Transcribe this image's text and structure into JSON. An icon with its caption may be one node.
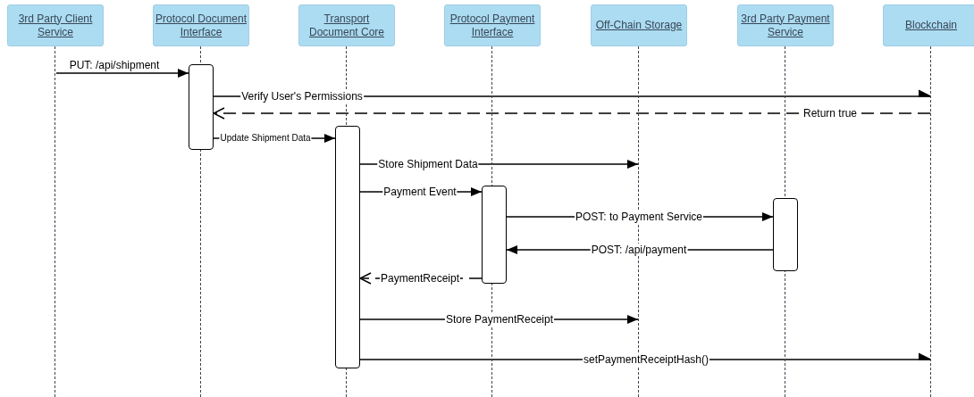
{
  "diagram": {
    "nodes": [
      {
        "text": [
          "3rd Party Client Service"
        ]
      },
      {
        "text": [
          "Protocol Document Interface"
        ]
      },
      {
        "text": [
          "Transport Document Core"
        ]
      },
      {
        "text": [
          "Protocol Payment Interface"
        ]
      },
      {
        "text": [
          "Off-Chain Storage"
        ]
      },
      {
        "text": [
          "3rd Party Payment Service"
        ]
      },
      {
        "text": [
          "Blockchain"
        ]
      },
      {
        "text": [],
        "shape": "line"
      },
      {
        "text": [],
        "shape": "line"
      },
      {
        "text": [],
        "shape": "line"
      },
      {
        "text": [],
        "shape": "line"
      },
      {
        "text": [],
        "shape": "line"
      },
      {
        "text": [],
        "shape": "line"
      },
      {
        "text": [],
        "shape": "line"
      },
      {
        "text": [],
        "shape": "box"
      },
      {
        "text": [],
        "shape": "box"
      },
      {
        "text": [],
        "shape": "box"
      },
      {
        "text": [],
        "shape": "box"
      }
    ],
    "edges": [
      {
        "from": 7,
        "to": 14,
        "arrow": "to",
        "label": "PUT: /api/shipment"
      },
      {
        "from": 14,
        "to": 13,
        "arrow": "to",
        "label": "Verify User's Permissions"
      },
      {
        "from": 13,
        "to": 14,
        "arrow": "to",
        "label": "Return true",
        "style": "dashed"
      },
      {
        "from": 14,
        "to": 15,
        "arrow": "to",
        "label": "Update Shipment Data"
      },
      {
        "from": 15,
        "to": 11,
        "arrow": "to",
        "label": "Store Shipment Data"
      },
      {
        "from": 15,
        "to": 16,
        "arrow": "to",
        "label": "Payment Event"
      },
      {
        "from": 16,
        "to": 17,
        "arrow": "to",
        "label": "POST: to Payment Service"
      },
      {
        "from": 17,
        "to": 16,
        "arrow": "to",
        "label": "POST: /api/payment"
      },
      {
        "from": 16,
        "to": 15,
        "arrow": "to",
        "label": "PaymentReceipt",
        "style": "dashed"
      },
      {
        "from": 15,
        "to": 11,
        "arrow": "to",
        "label": "Store PaymentReceipt"
      },
      {
        "from": 15,
        "to": 13,
        "arrow": "to",
        "label": "setPaymentReceiptHash()"
      }
    ]
  }
}
